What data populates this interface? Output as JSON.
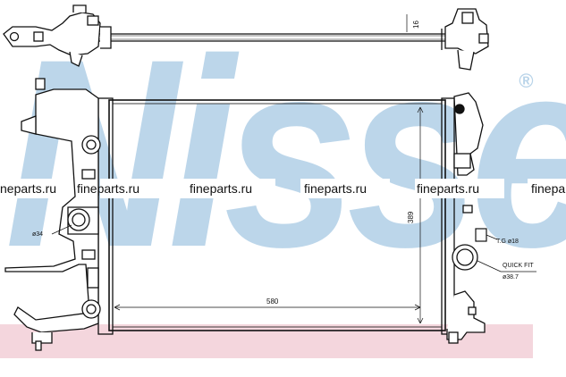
{
  "watermark": {
    "brand": "Nissens",
    "registered_mark": "®",
    "color": "#b9d4e9"
  },
  "site_stamps": {
    "text_1": "fineparts.ru",
    "text_2": "fineparts.ru",
    "text_3": "fineparts.ru",
    "text_4": "fineparts.ru",
    "text_5": "fineparts.ru",
    "text_6": "fineparts.ru"
  },
  "dimensions": {
    "core_width": "580",
    "core_height": "389",
    "support_rod_thickness": "16",
    "pipe_diameter_left": "ø34",
    "temp_sensor": "T.G ø18",
    "quick_fit_label": "QUICK FIT",
    "quick_fit_diameter": "ø38.7"
  },
  "colors": {
    "line": "#111111",
    "pink_band": "#f4d6dd",
    "background": "#ffffff"
  }
}
